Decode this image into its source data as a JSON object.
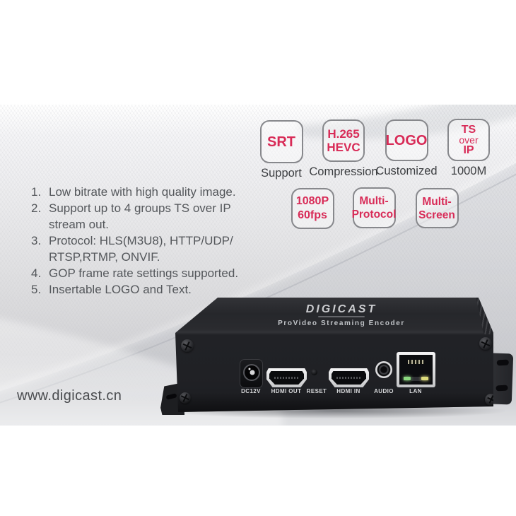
{
  "website": "www.digicast.cn",
  "colors": {
    "accent": "#d82b57",
    "badge_border": "#87888c",
    "caption_text": "#3c3e41",
    "feature_text": "#54575b",
    "device_black": "#202125"
  },
  "badges": {
    "row1": [
      {
        "id": "srt",
        "lines": [
          "SRT"
        ],
        "caption": "Support"
      },
      {
        "id": "h265",
        "lines": [
          "H.265",
          "HEVC"
        ],
        "caption": "Compression"
      },
      {
        "id": "logo",
        "lines": [
          "LOGO"
        ],
        "caption": "Customized"
      },
      {
        "id": "ts-over-ip",
        "lines": [
          "TS",
          "over",
          "IP"
        ],
        "caption": "1000M"
      }
    ],
    "row2": [
      {
        "id": "1080p60",
        "lines": [
          "1080P",
          "60fps"
        ]
      },
      {
        "id": "multi-protocol",
        "lines": [
          "Multi-",
          "Protocol"
        ]
      },
      {
        "id": "multi-screen",
        "lines": [
          "Multi-",
          "Screen"
        ]
      }
    ]
  },
  "features": [
    {
      "num": "1.",
      "text": "Low bitrate with high quality image."
    },
    {
      "num": "2.",
      "text": "Support up to 4 groups TS over IP stream out."
    },
    {
      "num": "3.",
      "text": "Protocol: HLS(M3U8), HTTP/UDP/ RTSP,RTMP, ONVIF."
    },
    {
      "num": "4.",
      "text": "GOP frame rate settings supported."
    },
    {
      "num": "5.",
      "text": "Insertable LOGO and Text."
    }
  ],
  "device": {
    "brand": "DIGICAST",
    "product": "ProVideo Streaming Encoder",
    "ports": [
      {
        "id": "dc",
        "label": "DC12V"
      },
      {
        "id": "hdmi-out",
        "label": "HDMI OUT"
      },
      {
        "id": "reset",
        "label": "RESET"
      },
      {
        "id": "hdmi-in",
        "label": "HDMI IN"
      },
      {
        "id": "audio",
        "label": "AUDIO"
      },
      {
        "id": "lan",
        "label": "LAN"
      }
    ]
  }
}
